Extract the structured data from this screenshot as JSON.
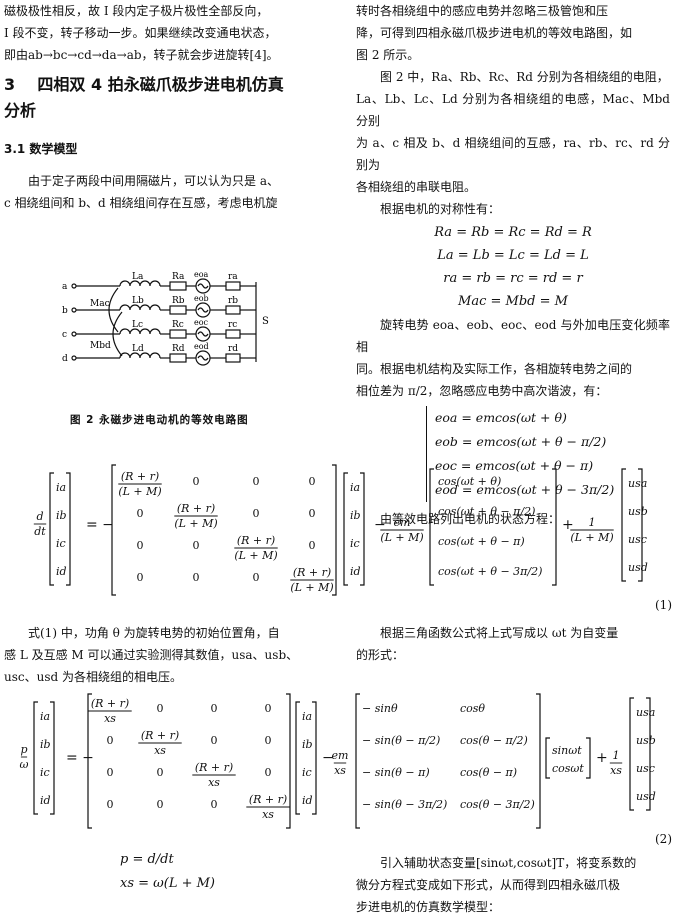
{
  "left": {
    "intro_lines": [
      "磁极极性相反，故 Ⅰ 段内定子极片极性全部反向，",
      "Ⅰ 段不变，转子移动一步。如果继续改变通电状态，",
      "即由ab→bc→cd→da→ab，转子就会步进旋转[4]。"
    ],
    "section_num": "3",
    "section_title_1": "四相双 4 拍永磁爪极步进电机仿真",
    "section_title_2": "分析",
    "subsection": "3.1   数学模型",
    "para1_l1": "由于定子两段中间用隔磁片，可以认为只是 a、",
    "para1_l2": "c 相绕组间和 b、d 相绕组间存在互感，考虑电机旋",
    "fig_caption": "图 2    永磁步进电动机的等效电路图"
  },
  "right": {
    "p1_l1": "转时各相绕组中的感应电势并忽略三极管饱和压",
    "p1_l2": "降，可得到四相永磁爪极步进电机的等效电路图，如",
    "p1_l3": "图 2 所示。",
    "p2_l1": "图 2 中，Ra、Rb、Rc、Rd 分别为各相绕组的电阻，",
    "p2_l2": "La、Lb、Lc、Ld 分别为各相绕组的电感，Mac、Mbd 分别",
    "p2_l3": "为 a、c 相及 b、d 相绕组间的互感，ra、rb、rc、rd 分别为",
    "p2_l4": "各相绕组的串联电阻。",
    "p3": "根据电机的对称性有：",
    "sym1": "Ra = Rb = Rc = Rd = R",
    "sym2": "La = Lb = Lc = Ld = L",
    "sym3": "ra = rb = rc = rd = r",
    "sym4": "Mac = Mbd = M",
    "p4_l1": "旋转电势 eoa、eob、eoc、eod 与外加电压变化频率相",
    "p4_l2": "同。根据电机结构及实际工作，各相旋转电势之间的",
    "p4_l3": "相位差为 π/2，忽略感应电势中高次谐波，有：",
    "e1": "eoa = emcos(ωt + θ)",
    "e2": "eob = emcos(ωt + θ − π/2)",
    "e3": "eoc = emcos(ωt + θ − π)",
    "e4": "eod = emcos(ωt + θ − 3π/2)",
    "p5": "由等效电路列出电机的状态方程："
  },
  "eq1_num": "(1)",
  "mid": {
    "left_l1": "式(1) 中，功角 θ 为旋转电势的初始位置角，自",
    "left_l2": "感 L 及互感 M 可以通过实验测得其数值，usa、usb、",
    "left_l3": "usc、usd 为各相绕组的相电压。",
    "right_l1": "根据三角函数公式将上式写成以 ωt 为自变量",
    "right_l2": "的形式："
  },
  "eq2_num": "(2)",
  "bottom": {
    "p_def": "p = d/dt",
    "xs_def": "xs = ω(L + M)",
    "right_l1": "引入辅助状态变量[sinωt,cosωt]T，将变系数的",
    "right_l2": "微分方程式变成如下形式，从而得到四相永磁爪极",
    "right_l3": "步进电机的仿真数学模型："
  },
  "eq1": {
    "lhs": "d/dt",
    "states": [
      "ia",
      "ib",
      "ic",
      "id"
    ],
    "diag": "(R + r)/(L + M)",
    "zero": "0",
    "coef_e": "em/(L + M)",
    "cos_terms": [
      "cos(ωt + θ)",
      "cos(ωt + θ − π/2)",
      "cos(ωt + θ − π)",
      "cos(ωt + θ − 3π/2)"
    ],
    "coef_u": "1/(L + M)",
    "inputs": [
      "usa",
      "usb",
      "usc",
      "usd"
    ]
  },
  "eq2": {
    "lhs": "p/ω",
    "diag": "(R + r)/xs",
    "coef_e": "em/xs",
    "sin_col": [
      "− sinθ",
      "− sin(θ − π/2)",
      "− sin(θ − π)",
      "− sin(θ − 3π/2)"
    ],
    "cos_col": [
      "cosθ",
      "cos(θ − π/2)",
      "cos(θ − π)",
      "cos(θ − 3π/2)"
    ],
    "sc_vec": [
      "sinωt",
      "cosωt"
    ],
    "coef_u": "1/xs"
  },
  "circuit": {
    "terminals": [
      "a",
      "b",
      "c",
      "d"
    ],
    "L": [
      "La",
      "Lb",
      "Lc",
      "Ld"
    ],
    "R": [
      "Ra",
      "Rb",
      "Rc",
      "Rd"
    ],
    "e": [
      "eoa",
      "eob",
      "eoc",
      "eod"
    ],
    "r": [
      "ra",
      "rb",
      "rc",
      "rd"
    ],
    "M": [
      "Mac",
      "Mbd"
    ],
    "switch": "S"
  }
}
